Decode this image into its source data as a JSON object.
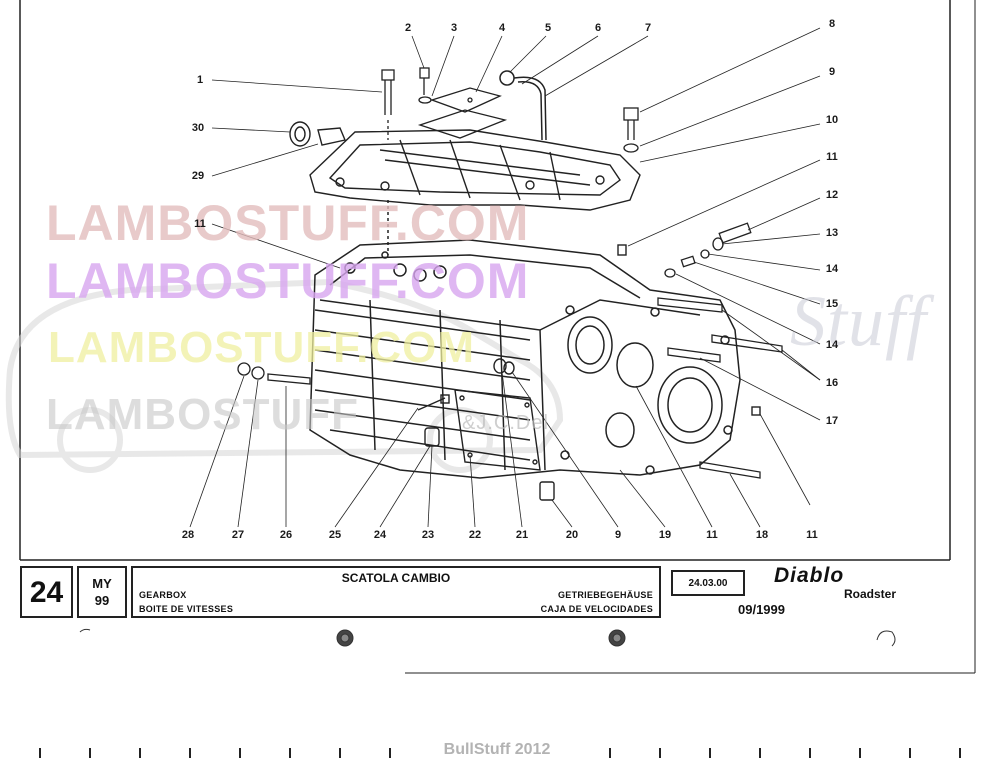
{
  "diagram": {
    "callouts": [
      {
        "id": "c1",
        "label": "1"
      },
      {
        "id": "c2",
        "label": "2"
      },
      {
        "id": "c3",
        "label": "3"
      },
      {
        "id": "c4",
        "label": "4"
      },
      {
        "id": "c5",
        "label": "5"
      },
      {
        "id": "c6",
        "label": "6"
      },
      {
        "id": "c7",
        "label": "7"
      },
      {
        "id": "c8",
        "label": "8"
      },
      {
        "id": "c9a",
        "label": "9"
      },
      {
        "id": "c10",
        "label": "10"
      },
      {
        "id": "c11a",
        "label": "11"
      },
      {
        "id": "c12",
        "label": "12"
      },
      {
        "id": "c13",
        "label": "13"
      },
      {
        "id": "c14a",
        "label": "14"
      },
      {
        "id": "c15",
        "label": "15"
      },
      {
        "id": "c14b",
        "label": "14"
      },
      {
        "id": "c16",
        "label": "16"
      },
      {
        "id": "c17",
        "label": "17"
      },
      {
        "id": "c11b",
        "label": "11"
      },
      {
        "id": "c30",
        "label": "30"
      },
      {
        "id": "c29",
        "label": "29"
      },
      {
        "id": "c11c",
        "label": "11"
      },
      {
        "id": "c28",
        "label": "28"
      },
      {
        "id": "c27",
        "label": "27"
      },
      {
        "id": "c26",
        "label": "26"
      },
      {
        "id": "c25",
        "label": "25"
      },
      {
        "id": "c24",
        "label": "24"
      },
      {
        "id": "c23",
        "label": "23"
      },
      {
        "id": "c22",
        "label": "22"
      },
      {
        "id": "c21",
        "label": "21"
      },
      {
        "id": "c20",
        "label": "20"
      },
      {
        "id": "c9b",
        "label": "9"
      },
      {
        "id": "c19",
        "label": "19"
      },
      {
        "id": "c11d",
        "label": "11"
      },
      {
        "id": "c18",
        "label": "18"
      }
    ],
    "watermarks": {
      "lambostuff_1": "LAMBOSTUFF.COM",
      "lambostuff_2": "LAMBOSTUFF.COM",
      "lambostuff_3": "LAMBOSTUFF.COM",
      "lambostuff_4": "LAMBOSTUFF",
      "jc": "&J.C.Del",
      "stuff": "Stuff"
    }
  },
  "title_block": {
    "page_number": "24",
    "model_label": "MY",
    "model_year": "99",
    "title": "SCATOLA CAMBIO",
    "desc_en": "GEARBOX",
    "desc_fr": "BOITE DE VITESSES",
    "desc_de": "GETRIEBEGEHÄUSE",
    "desc_es": "CAJA DE VELOCIDADES",
    "date": "24.03.00",
    "model_name": "Diablo",
    "model_variant": "Roadster",
    "edition": "09/1999"
  },
  "footer": {
    "credit": "BullStuff 2012"
  },
  "colors": {
    "ink": "#222222",
    "watermark_pink": "#e3bdbd",
    "watermark_purple": "#d8a6f0",
    "watermark_yellow": "#f0f0a0",
    "footer_gray": "#b3b3b3"
  }
}
